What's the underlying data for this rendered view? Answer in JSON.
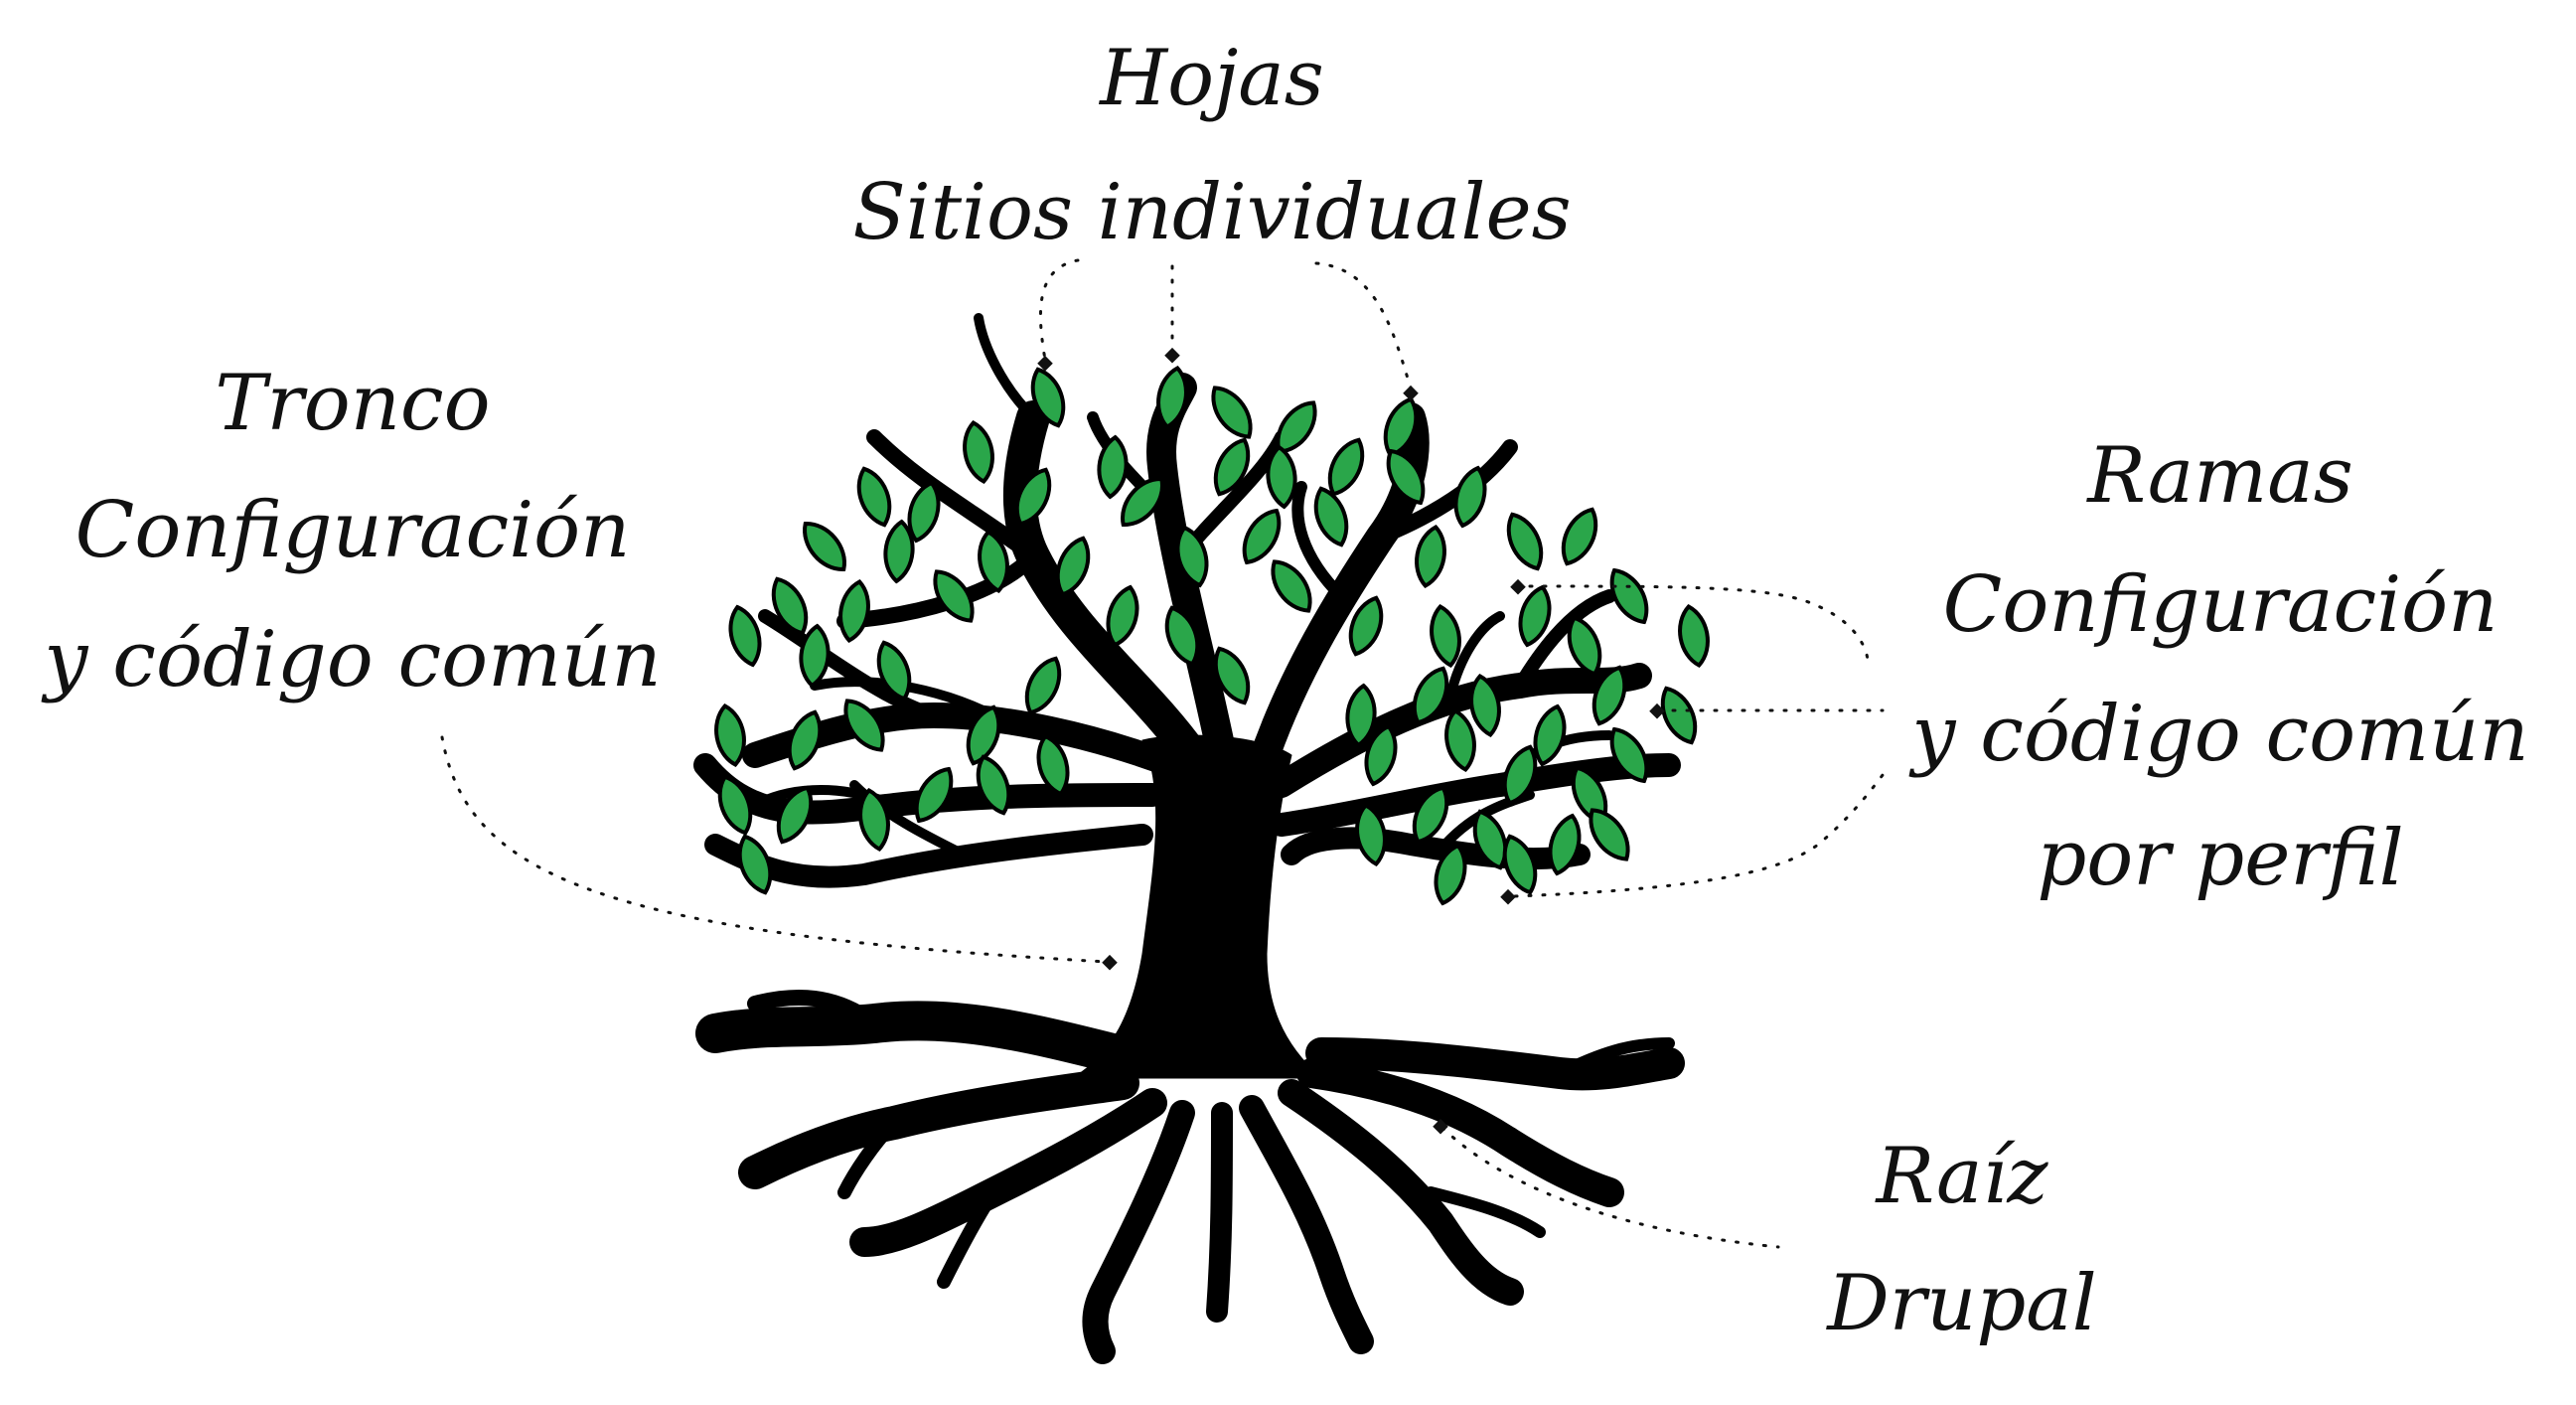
{
  "colors": {
    "leaf": "#2aa64a",
    "ink": "#000000",
    "background": "#ffffff"
  },
  "labels": {
    "hojas": {
      "line1": "Hojas",
      "line2": "Sitios individuales"
    },
    "tronco": {
      "line1": "Tronco",
      "line2": "Configuración",
      "line3": "y código común"
    },
    "ramas": {
      "line1": "Ramas",
      "line2": "Configuración",
      "line3": "y código común",
      "line4": "por perfil"
    },
    "raiz": {
      "line1": "Raíz",
      "line2": "Drupal"
    }
  }
}
